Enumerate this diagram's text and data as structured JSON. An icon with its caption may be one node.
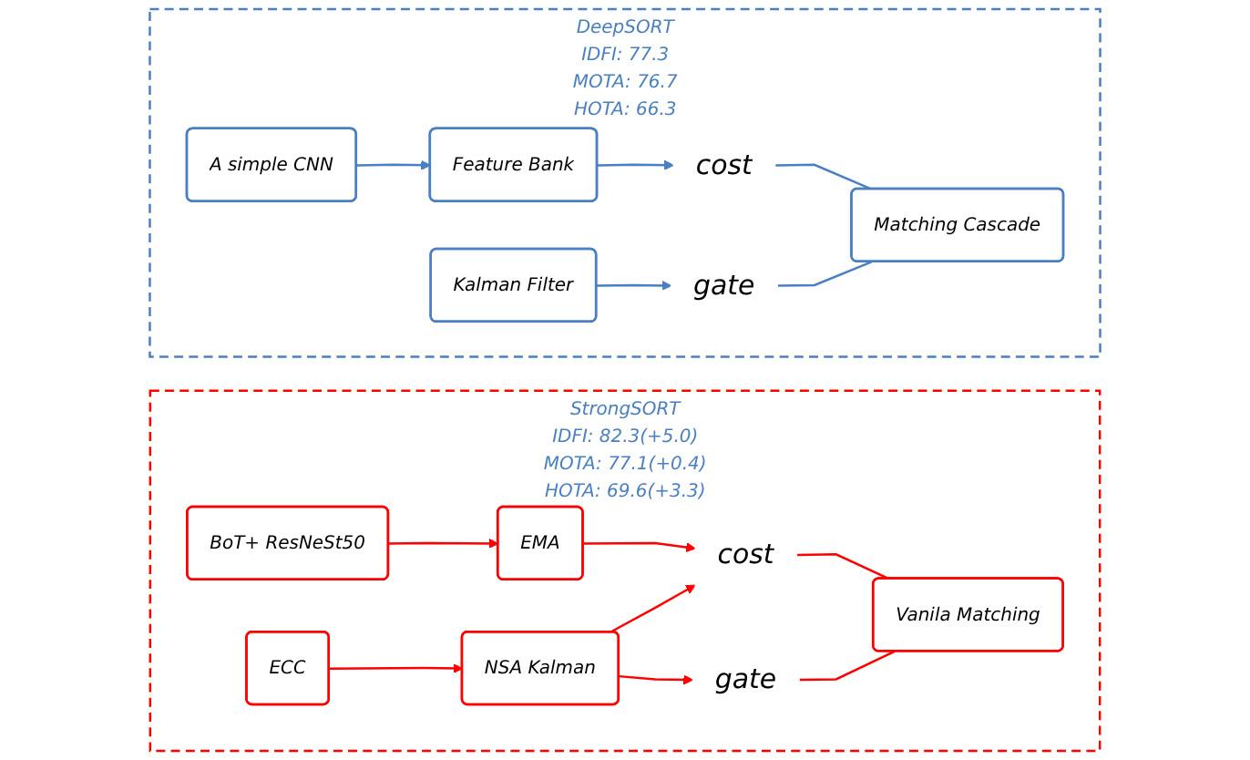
{
  "diagram": {
    "nodes": [
      {
        "text": [
          "DeepSORT",
          "IDFI: 77.3",
          "MOTA: 76.7",
          "HOTA: 66.3"
        ]
      },
      {
        "text": [
          "A simple CNN"
        ],
        "in": 0
      },
      {
        "text": [
          "Feature Bank"
        ],
        "in": 0
      },
      {
        "text": [
          "cost"
        ],
        "in": 0
      },
      {
        "text": [
          "Kalman Filter"
        ],
        "in": 0
      },
      {
        "text": [
          "gate"
        ],
        "in": 0
      },
      {
        "text": [
          "Matching Cascade"
        ],
        "in": 0
      },
      {
        "text": [
          "StrongSORT",
          "IDFI: 82.3(+5.0)",
          "MOTA: 77.1(+0.4)",
          "HOTA: 69.6(+3.3)"
        ]
      },
      {
        "text": [
          "BoT+ ResNeSt50"
        ],
        "in": 7
      },
      {
        "text": [
          "EMA"
        ],
        "in": 7
      },
      {
        "text": [
          "cost"
        ],
        "in": 7
      },
      {
        "text": [
          "ECC"
        ],
        "in": 7
      },
      {
        "text": [
          "NSA Kalman"
        ],
        "in": 7
      },
      {
        "text": [
          "gate"
        ],
        "in": 7
      },
      {
        "text": [
          "Vanila Matching"
        ],
        "in": 7
      }
    ],
    "edges": [
      {
        "from": 1,
        "to": 2,
        "arrow": "to",
        "color": "#4a7fc1"
      },
      {
        "from": 2,
        "to": 3,
        "arrow": "to",
        "color": "#4a7fc1"
      },
      {
        "from": 4,
        "to": 5,
        "arrow": "to",
        "color": "#4a7fc1"
      },
      {
        "from": 3,
        "to": 6,
        "arrow": "none",
        "color": "#4a7fc1"
      },
      {
        "from": 5,
        "to": 6,
        "arrow": "none",
        "color": "#4a7fc1"
      },
      {
        "from": 8,
        "to": 9,
        "arrow": "to"
      },
      {
        "from": 9,
        "to": 10,
        "arrow": "to"
      },
      {
        "from": 11,
        "to": 12,
        "arrow": "to"
      },
      {
        "from": 12,
        "to": 10,
        "arrow": "to"
      },
      {
        "from": 12,
        "to": 13,
        "arrow": "to"
      },
      {
        "from": 10,
        "to": 14,
        "arrow": "none"
      },
      {
        "from": 13,
        "to": 14,
        "arrow": "none"
      }
    ]
  }
}
